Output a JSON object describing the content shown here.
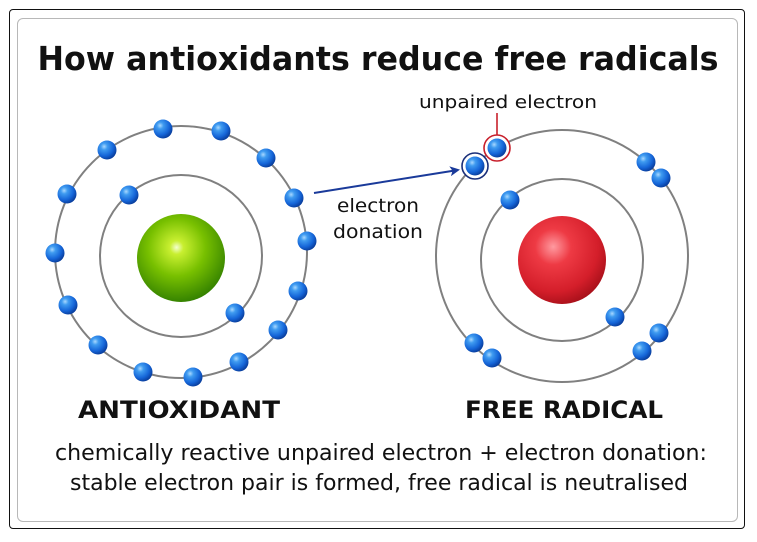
{
  "title": "How antioxidants reduce free radicals",
  "annotations": {
    "unpaired_electron": "unpaired electron",
    "electron_donation_line1": "electron",
    "electron_donation_line2": "donation"
  },
  "atoms": {
    "antioxidant": {
      "label": "ANTIOXIDANT",
      "nucleus_color": "#5aa800",
      "outer_electrons": 15,
      "inner_electrons": 2
    },
    "free_radical": {
      "label": "FREE RADICAL",
      "nucleus_color": "#d8202c",
      "outer_electrons": 8,
      "inner_electrons": 2
    }
  },
  "caption": {
    "line1": "chemically reactive unpaired electron + electron donation:",
    "line2": "stable electron pair is formed, free radical is neutralised"
  },
  "colors": {
    "electron": "#1565d8",
    "orbit": "#808080",
    "arrow": "#1a3a9a",
    "unpaired_marker": "#c8202c",
    "donated_marker": "#1a2f7a"
  }
}
